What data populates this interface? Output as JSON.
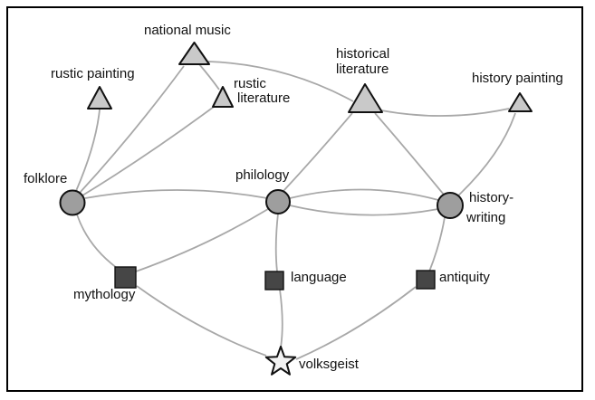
{
  "figure": {
    "type": "network-diagram",
    "background": "#ffffff",
    "border_color": "#000000",
    "edge_color": "#a8a8a8",
    "text_color": "#111111",
    "shape_colors": {
      "triangle_fill": "#c9c9c9",
      "circle_fill": "#9e9e9e",
      "square_fill": "#464646",
      "star_fill": "#f2f2f2",
      "outline": "#111111"
    }
  },
  "graph": {
    "nodes": {
      "rustic_painting": {
        "label": "rustic painting",
        "shape": "triangle"
      },
      "national_music": {
        "label": "national music",
        "shape": "triangle"
      },
      "rustic_literature": {
        "label": "rustic literature",
        "label_line1": "rustic",
        "label_line2": "literature",
        "shape": "triangle"
      },
      "historical_literature": {
        "label": "historical literature",
        "label_line1": "historical",
        "label_line2": "literature",
        "shape": "triangle"
      },
      "history_painting": {
        "label": "history painting",
        "shape": "triangle"
      },
      "folklore": {
        "label": "folklore",
        "shape": "circle"
      },
      "philology": {
        "label": "philology",
        "shape": "circle"
      },
      "history_writing": {
        "label": "history-writing",
        "label_line1": "history-",
        "label_line2": "writing",
        "shape": "circle"
      },
      "mythology": {
        "label": "mythology",
        "shape": "square"
      },
      "language": {
        "label": "language",
        "shape": "square"
      },
      "antiquity": {
        "label": "antiquity",
        "shape": "square"
      },
      "volksgeist": {
        "label": "volksgeist",
        "shape": "star"
      }
    },
    "edges": [
      {
        "from": "folklore",
        "to": "rustic_painting"
      },
      {
        "from": "folklore",
        "to": "national_music"
      },
      {
        "from": "folklore",
        "to": "rustic_literature"
      },
      {
        "from": "folklore",
        "to": "philology"
      },
      {
        "from": "folklore",
        "to": "mythology"
      },
      {
        "from": "national_music",
        "to": "rustic_literature"
      },
      {
        "from": "national_music",
        "to": "historical_literature"
      },
      {
        "from": "philology",
        "to": "historical_literature"
      },
      {
        "from": "philology",
        "to": "history_writing"
      },
      {
        "from": "philology",
        "to": "history_writing",
        "parallel": true
      },
      {
        "from": "philology",
        "to": "mythology"
      },
      {
        "from": "philology",
        "to": "language"
      },
      {
        "from": "language",
        "to": "volksgeist"
      },
      {
        "from": "mythology",
        "to": "volksgeist"
      },
      {
        "from": "historical_literature",
        "to": "history_writing"
      },
      {
        "from": "historical_literature",
        "to": "history_painting"
      },
      {
        "from": "history_painting",
        "to": "history_writing"
      },
      {
        "from": "history_writing",
        "to": "antiquity"
      },
      {
        "from": "antiquity",
        "to": "volksgeist"
      }
    ]
  }
}
